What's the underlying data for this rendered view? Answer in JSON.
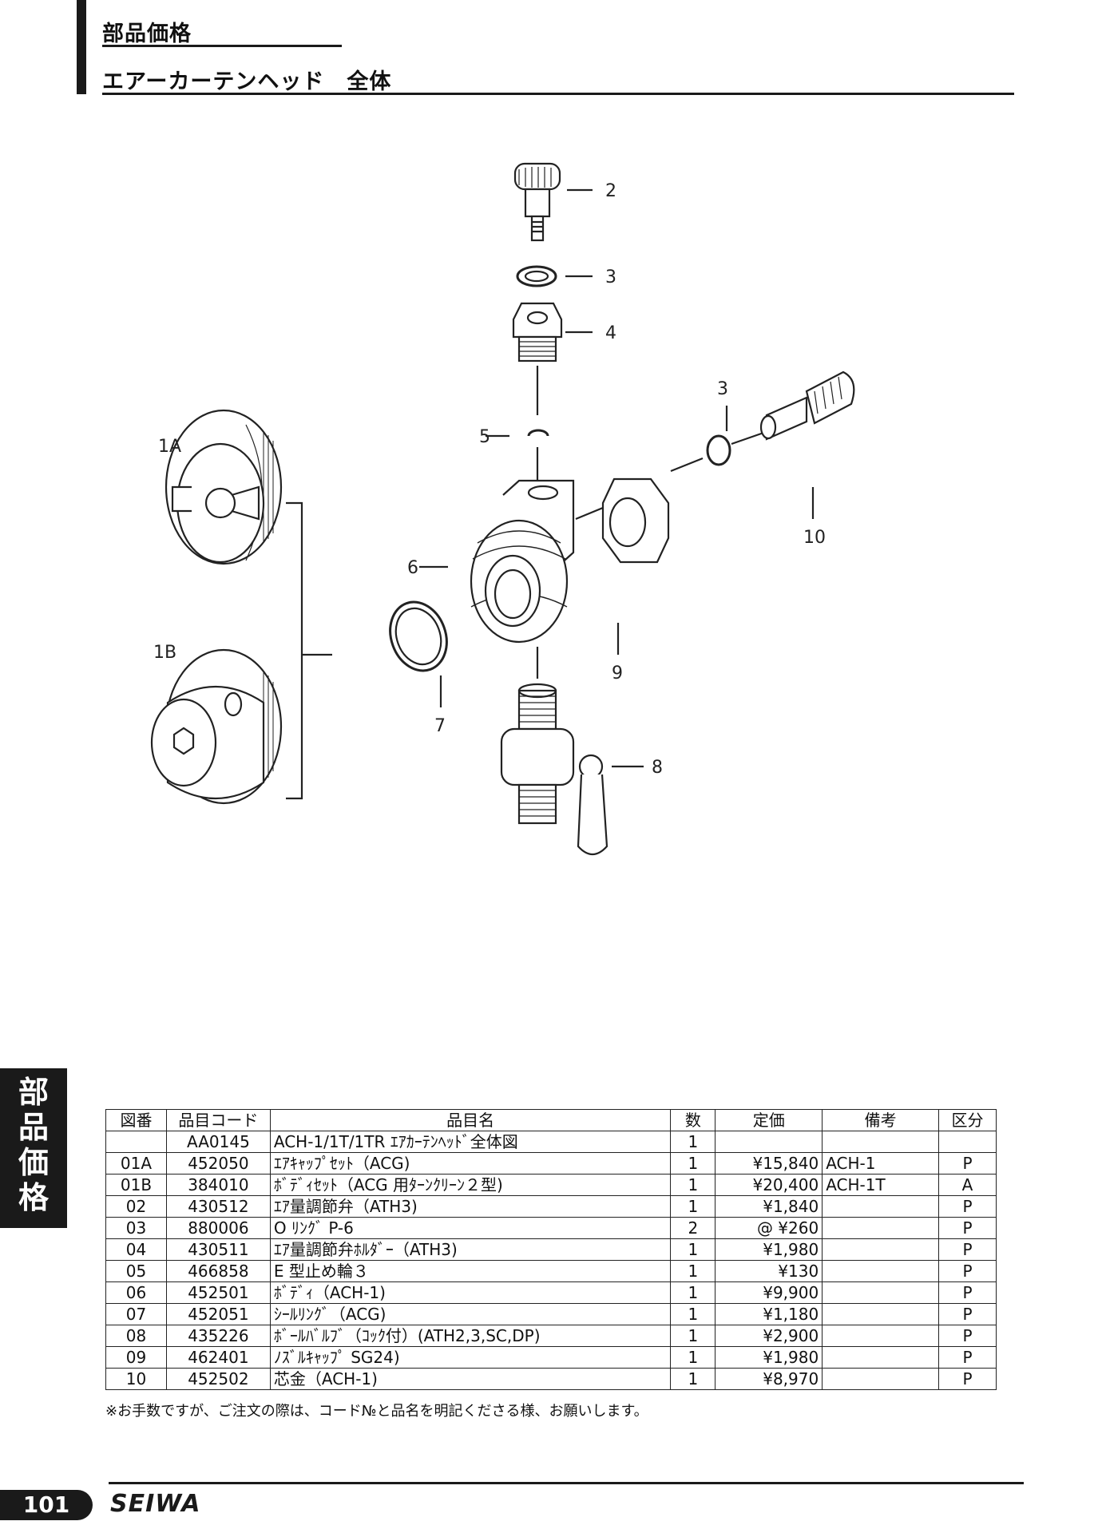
{
  "header": {
    "section_title": "部品価格",
    "product_title": "エアーカーテンヘッド　全体"
  },
  "diagram": {
    "callouts": [
      "1A",
      "1B",
      "2",
      "3",
      "3",
      "4",
      "5",
      "6",
      "7",
      "8",
      "9",
      "10"
    ]
  },
  "side_tab": {
    "chars": [
      "部",
      "品",
      "価",
      "格"
    ]
  },
  "table": {
    "headers": [
      "図番",
      "品目コード",
      "品目名",
      "数",
      "定価",
      "備考",
      "区分"
    ],
    "rows": [
      {
        "no": "",
        "code": "AA0145",
        "name": "ACH-1/1T/1TR ｴｱｶｰﾃﾝﾍｯﾄﾞ全体図",
        "qty": "1",
        "price": "",
        "note": "",
        "cat": ""
      },
      {
        "no": "01A",
        "code": "452050",
        "name": "ｴｱｷｬｯﾌﾟｾｯﾄ（ACG)",
        "qty": "1",
        "price": "¥15,840",
        "note": "ACH-1",
        "cat": "P"
      },
      {
        "no": "01B",
        "code": "384010",
        "name": "ﾎﾞﾃﾞｨｾｯﾄ（ACG 用ﾀｰﾝｸﾘｰﾝ２型)",
        "qty": "1",
        "price": "¥20,400",
        "note": "ACH-1T",
        "cat": "A"
      },
      {
        "no": "02",
        "code": "430512",
        "name": "ｴｱ量調節弁（ATH3)",
        "qty": "1",
        "price": "¥1,840",
        "note": "",
        "cat": "P"
      },
      {
        "no": "03",
        "code": "880006",
        "name": "O ﾘﾝｸﾞ P-6",
        "qty": "2",
        "price": "@ ¥260",
        "note": "",
        "cat": "P"
      },
      {
        "no": "04",
        "code": "430511",
        "name": "ｴｱ量調節弁ﾎﾙﾀﾞｰ（ATH3)",
        "qty": "1",
        "price": "¥1,980",
        "note": "",
        "cat": "P"
      },
      {
        "no": "05",
        "code": "466858",
        "name": "E 型止め輪３",
        "qty": "1",
        "price": "¥130",
        "note": "",
        "cat": "P"
      },
      {
        "no": "06",
        "code": "452501",
        "name": "ﾎﾞﾃﾞｨ（ACH-1)",
        "qty": "1",
        "price": "¥9,900",
        "note": "",
        "cat": "P"
      },
      {
        "no": "07",
        "code": "452051",
        "name": "ｼｰﾙﾘﾝｸﾞ（ACG)",
        "qty": "1",
        "price": "¥1,180",
        "note": "",
        "cat": "P"
      },
      {
        "no": "08",
        "code": "435226",
        "name": "ﾎﾞｰﾙﾊﾞﾙﾌﾞ（ｺｯｸ付）(ATH2,3,SC,DP)",
        "qty": "1",
        "price": "¥2,900",
        "note": "",
        "cat": "P"
      },
      {
        "no": "09",
        "code": "462401",
        "name": "ﾉｽﾞﾙｷｬｯﾌﾟ SG24)",
        "qty": "1",
        "price": "¥1,980",
        "note": "",
        "cat": "P"
      },
      {
        "no": "10",
        "code": "452502",
        "name": "芯金（ACH-1)",
        "qty": "1",
        "price": "¥8,970",
        "note": "",
        "cat": "P"
      }
    ]
  },
  "footnote": "※お手数ですが、ご注文の際は、コード№と品名を明記くださる様、お願いします。",
  "footer": {
    "page_number": "101",
    "brand": "SEIWA"
  }
}
